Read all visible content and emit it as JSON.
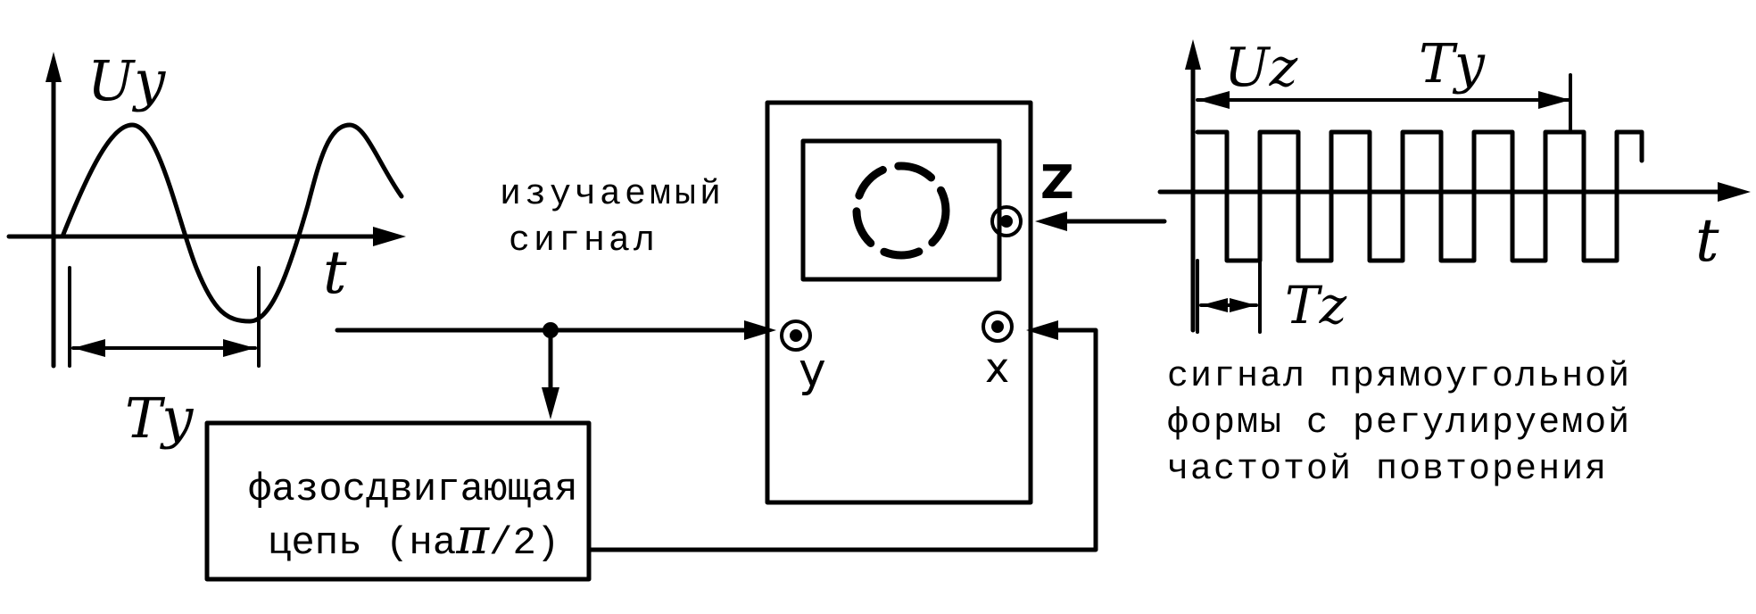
{
  "sine_plot": {
    "y_axis_label": "Uy",
    "x_axis_label": "t",
    "period_label": "Ty"
  },
  "square_plot": {
    "y_axis_label": "Uz",
    "x_axis_label": "t",
    "period_y_label": "Ty",
    "period_z_label": "Tz"
  },
  "oscilloscope": {
    "input_signal_label_line1": "изучаемый",
    "input_signal_label_line2": "сигнал",
    "input_z_label": "Z",
    "input_y_label": "y",
    "input_x_label": "x"
  },
  "phase_shifter": {
    "label_line1": "фазосдвигающая",
    "label_line2_prefix": "цепь (на",
    "label_line2_pi": "π",
    "label_line2_suffix": "/2)"
  },
  "square_signal_caption": {
    "line1": "сигнал прямоугольной",
    "line2": "формы с регулируемой",
    "line3": "частотой повторения"
  }
}
